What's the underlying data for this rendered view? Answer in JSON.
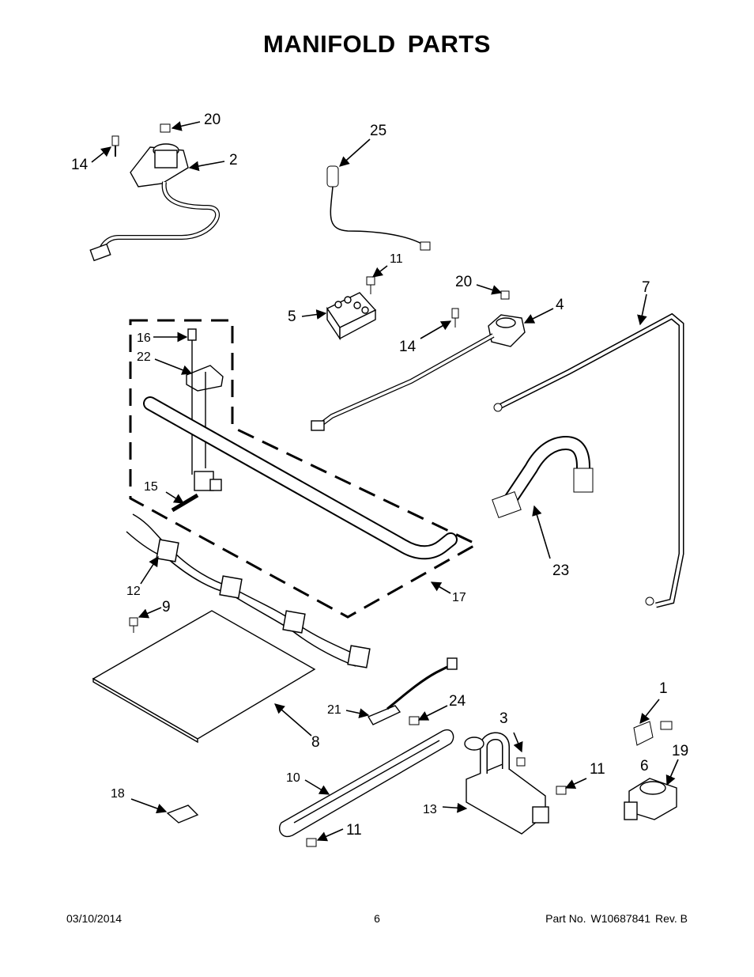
{
  "title": "MANIFOLD PARTS",
  "callouts": {
    "c1": "1",
    "c2": "2",
    "c3": "3",
    "c4": "4",
    "c5": "5",
    "c6": "6",
    "c7": "7",
    "c8": "8",
    "c9": "9",
    "c10": "10",
    "c11a": "11",
    "c11b": "11",
    "c11c": "11",
    "c12": "12",
    "c13": "13",
    "c14a": "14",
    "c14b": "14",
    "c15": "15",
    "c16": "16",
    "c17": "17",
    "c18": "18",
    "c19": "19",
    "c20a": "20",
    "c20b": "20",
    "c21": "21",
    "c22": "22",
    "c23": "23",
    "c24": "24",
    "c25": "25"
  },
  "footer": {
    "date": "03/10/2014",
    "page": "6",
    "part_label": "Part No.",
    "part_number": "W10687841",
    "rev": "Rev. B"
  }
}
